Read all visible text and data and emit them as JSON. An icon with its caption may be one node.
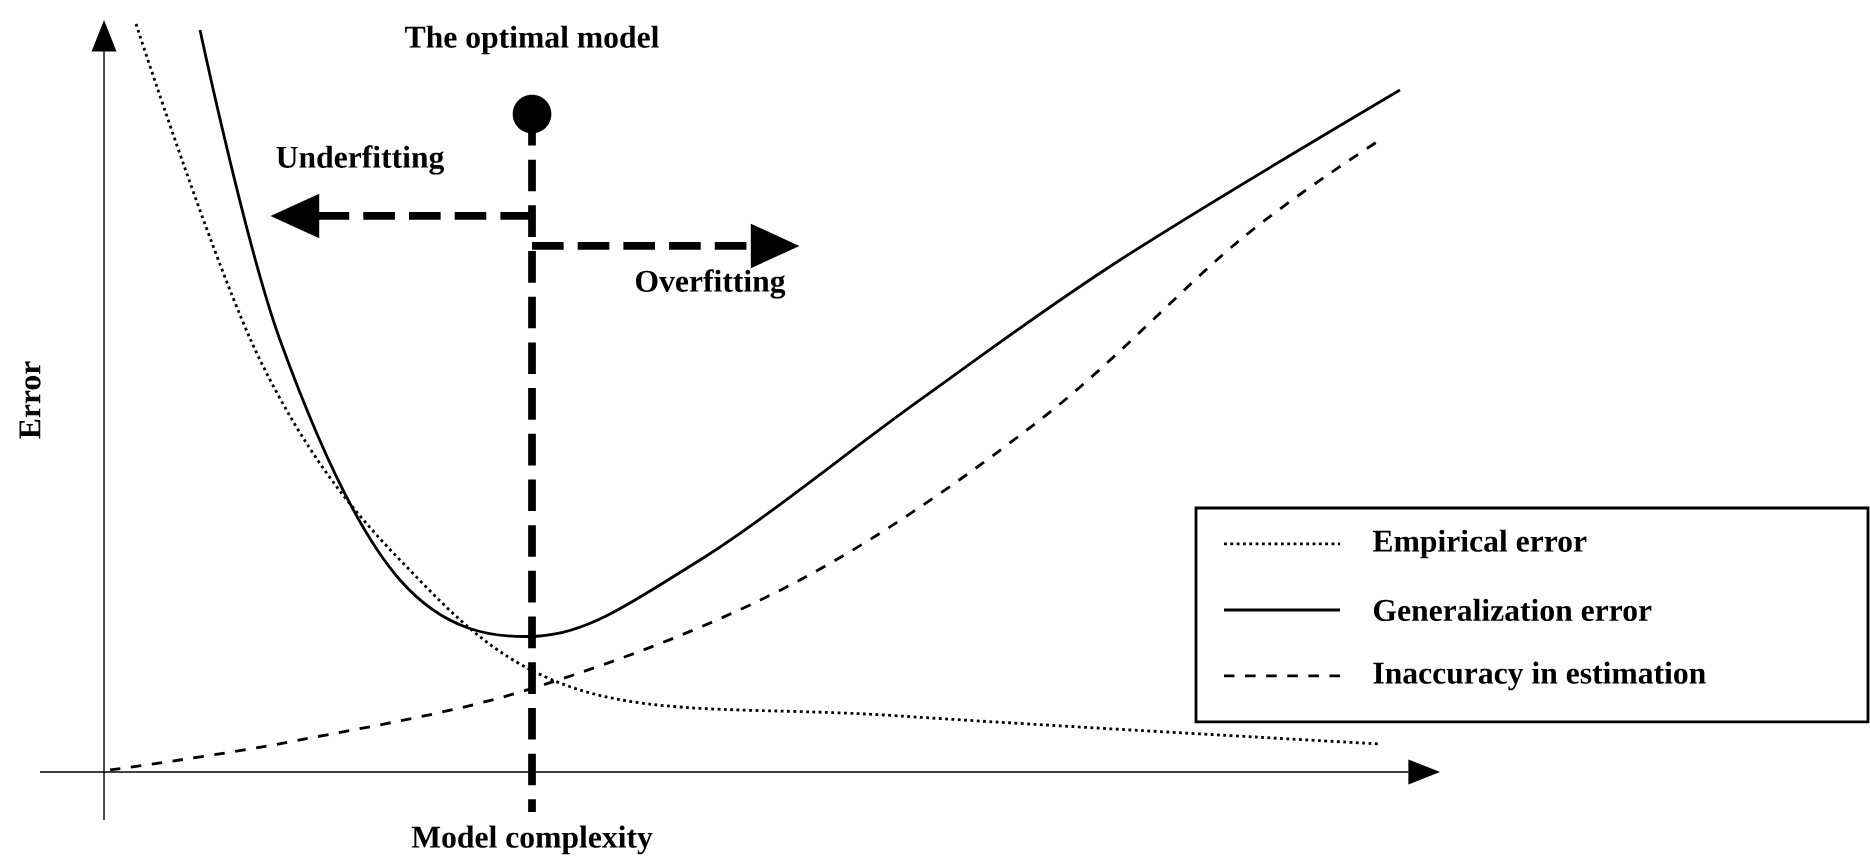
{
  "diagram": {
    "labels": [
      "The optimal model",
      "Underfitting",
      "Overfitting",
      "Error",
      "Model complexity"
    ],
    "legend": [
      {
        "text": "Empirical error"
      },
      {
        "text": "Generalization error"
      },
      {
        "text": "Inaccuracy in estimation"
      }
    ]
  }
}
